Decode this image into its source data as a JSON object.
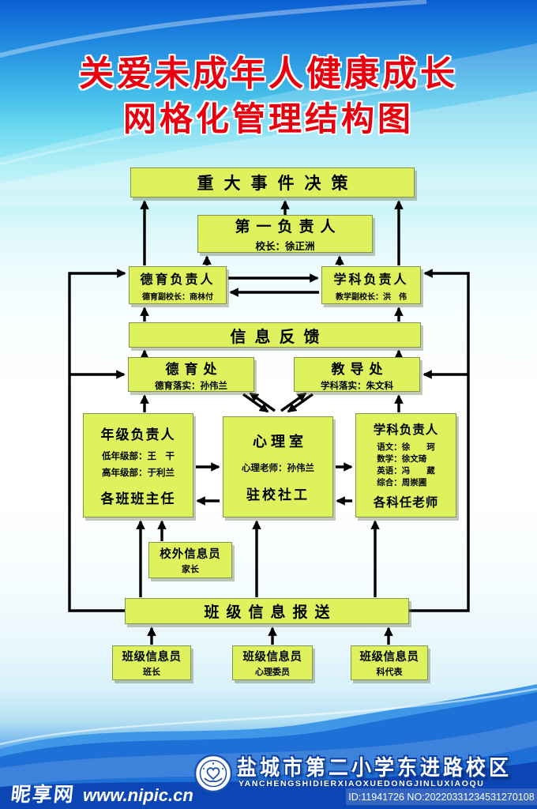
{
  "title": {
    "line1": "关爱未成年人健康成长",
    "line2": "网格化管理结构图"
  },
  "boxes": {
    "decision": {
      "title": "重大事件决策"
    },
    "first": {
      "title": "第一负责人",
      "sub": "校长：徐正洲"
    },
    "moral_leader": {
      "title": "德育负责人",
      "sub": "德育副校长：商林付"
    },
    "subject_leader_top": {
      "title": "学科负责人",
      "sub": "教学副校长：洪　伟"
    },
    "feedback": {
      "title": "信息反馈"
    },
    "moral_office": {
      "title": "德育处",
      "sub": "德育落实：孙伟兰"
    },
    "teaching_office": {
      "title": "教导处",
      "sub": "学科落实：朱文科"
    },
    "grade_leader": {
      "title": "年级负责人",
      "line1": "低年级部：王　干",
      "line2": "高年级部：于利兰",
      "footer": "各班班主任"
    },
    "psych_room": {
      "title": "心理室",
      "line1": "心理老师：孙伟兰",
      "footer": "驻校社工"
    },
    "subject_leader_mid": {
      "title": "学科负责人",
      "line1": "语文：徐　　珂",
      "line2": "数学：徐文琦",
      "line3": "英语：冯　　葳",
      "line4": "综合：周崇圃",
      "footer": "各科任老师"
    },
    "outside_informer": {
      "title": "校外信息员",
      "sub": "家长"
    },
    "class_report": {
      "title": "班级信息报送"
    },
    "informer_monitor": {
      "title": "班级信息员",
      "sub": "班长"
    },
    "informer_psych": {
      "title": "班级信息员",
      "sub": "心理委员"
    },
    "informer_subject": {
      "title": "班级信息员",
      "sub": "科代表"
    }
  },
  "footer": {
    "school_name": "盐城市第二小学东进路校区",
    "school_pinyin": "YANCHENGSHIDIERXIAOXUEDONGJINLUXIAOQU",
    "id_text": "ID:11941726 NO:20220331234531270108",
    "site_name": "昵享网",
    "site_url": "www.nipic.cn"
  },
  "colors": {
    "box_fill": "#ddf25c",
    "box_border": "#84944e",
    "title_red": "#e8000e",
    "arrow_black": "#000000",
    "footer_blue": "#0b4ab8"
  }
}
